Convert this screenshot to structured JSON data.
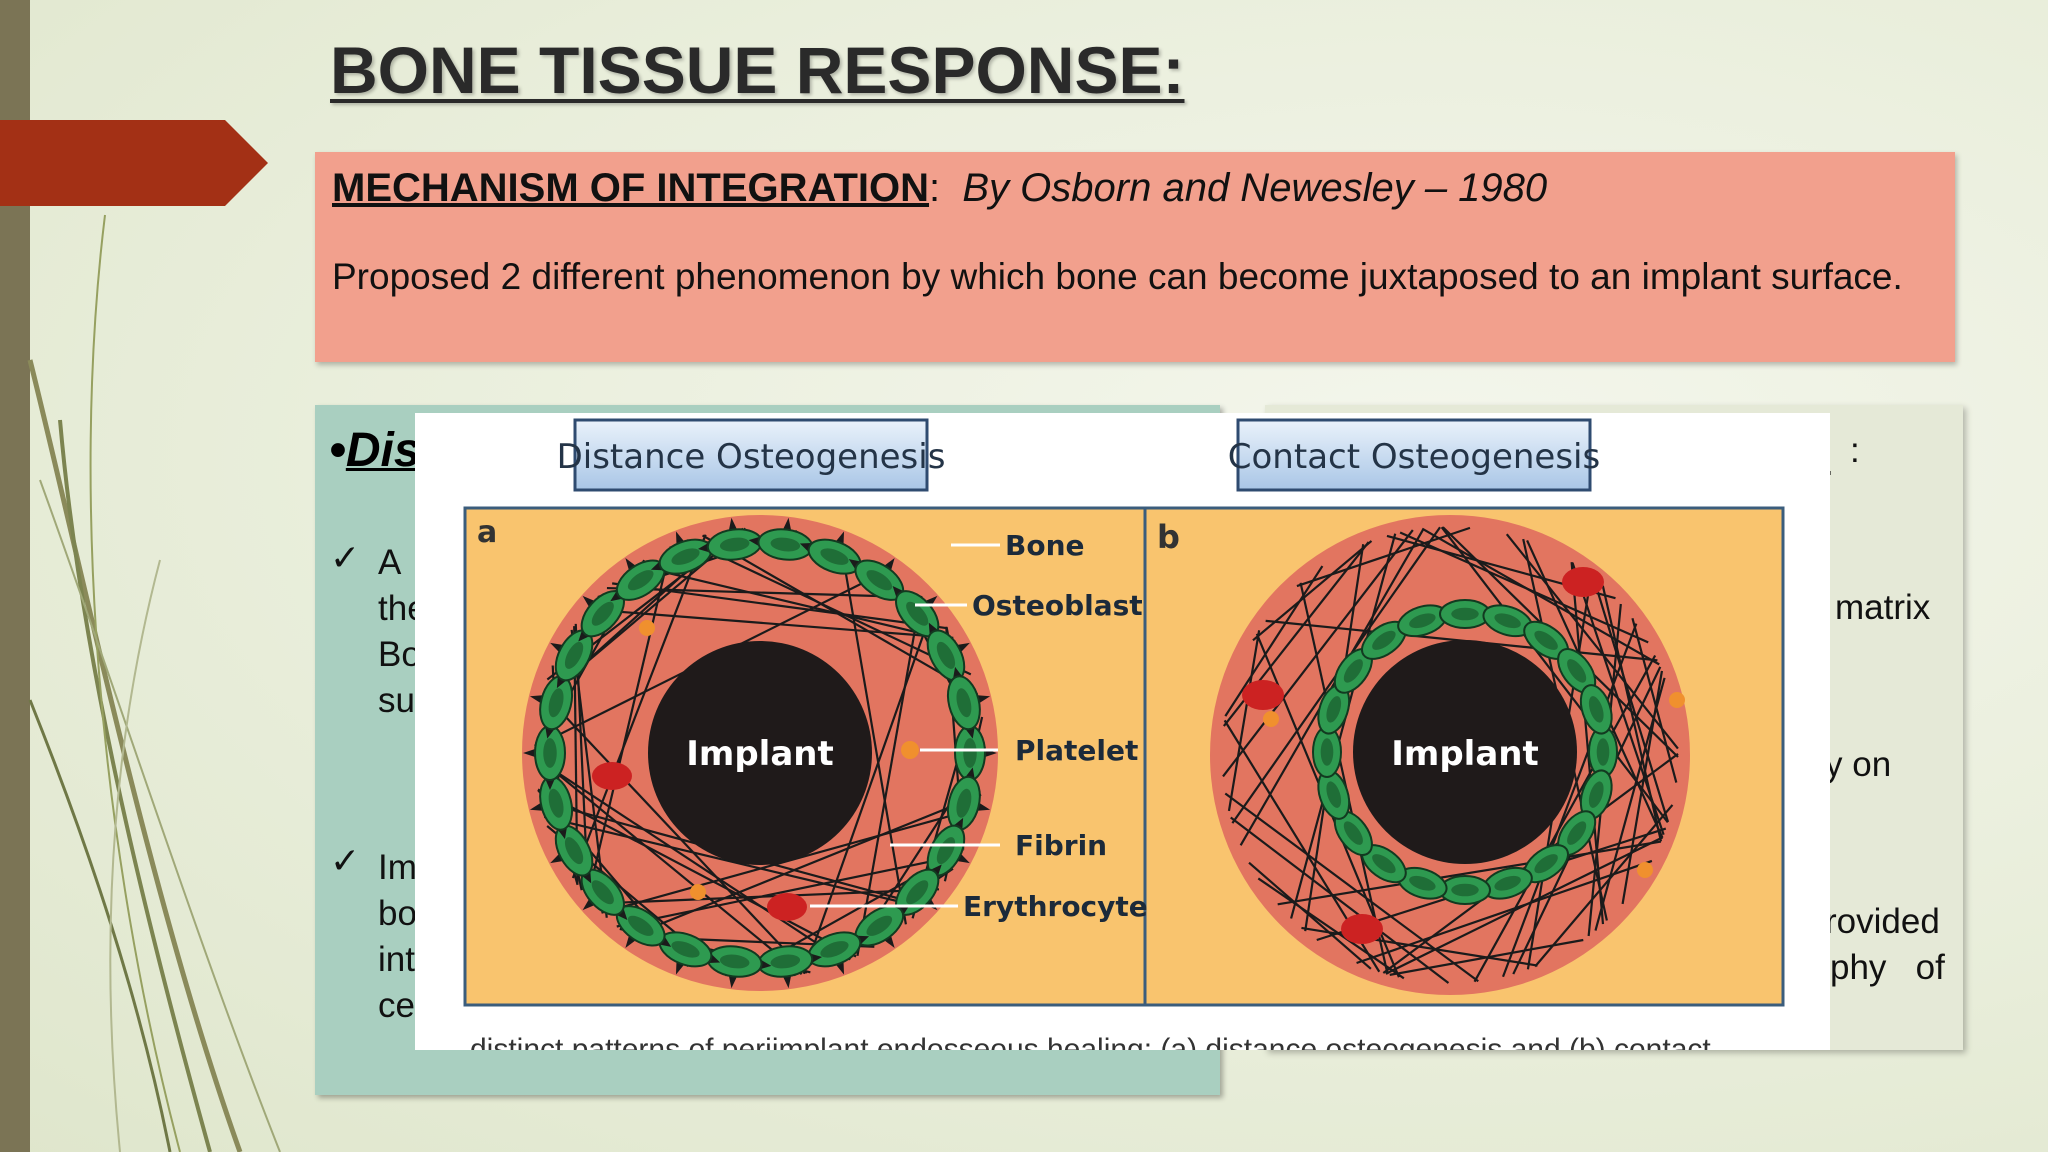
{
  "title": "BONE TISSUE RESPONSE:",
  "mechanism": {
    "heading": "MECHANISM OF INTEGRATION",
    "colon": ":",
    "citation": "By  Osborn and Newesley – 1980",
    "body": "Proposed 2 different phenomenon by which bone can become juxtaposed to an implant surface."
  },
  "distance_panel": {
    "bullet": "•",
    "heading_fragment": "Dis",
    "check": "✓",
    "item1_lines": [
      "A",
      "the",
      "Bo",
      "su"
    ],
    "item2_lines": [
      "Im",
      "bo",
      "int",
      "ce"
    ]
  },
  "contact_panel": {
    "heading_tail": "s",
    "colon": ":",
    "frag1": "matrix",
    "frag2": "y on",
    "frag3": "rovided",
    "frag4": "phy   of"
  },
  "figure": {
    "left_title": "Distance Osteogenesis",
    "right_title": "Contact Osteogenesis",
    "panel_a_letter": "a",
    "panel_b_letter": "b",
    "implant_label_a": "Implant",
    "implant_label_b": "Implant",
    "labels": {
      "bone": "Bone",
      "osteoblast": "Osteoblast",
      "platelet": "Platelet",
      "fibrin": "Fibrin",
      "erythrocyte": "Erythrocyte"
    },
    "caption": "distinct patterns of periimplant endosseous healing: (a) distance osteogenesis and (b) contact"
  },
  "colors": {
    "accent_arrow": "#a33015",
    "left_bar": "#7b7455",
    "mechanism_box": "#f2a08d",
    "distance_box": "#a9cfc0",
    "figure_background": "#f9c46e",
    "bone_disc": "#e27560",
    "osteoblast": "#2e9a50",
    "implant": "#1f1a1a"
  }
}
